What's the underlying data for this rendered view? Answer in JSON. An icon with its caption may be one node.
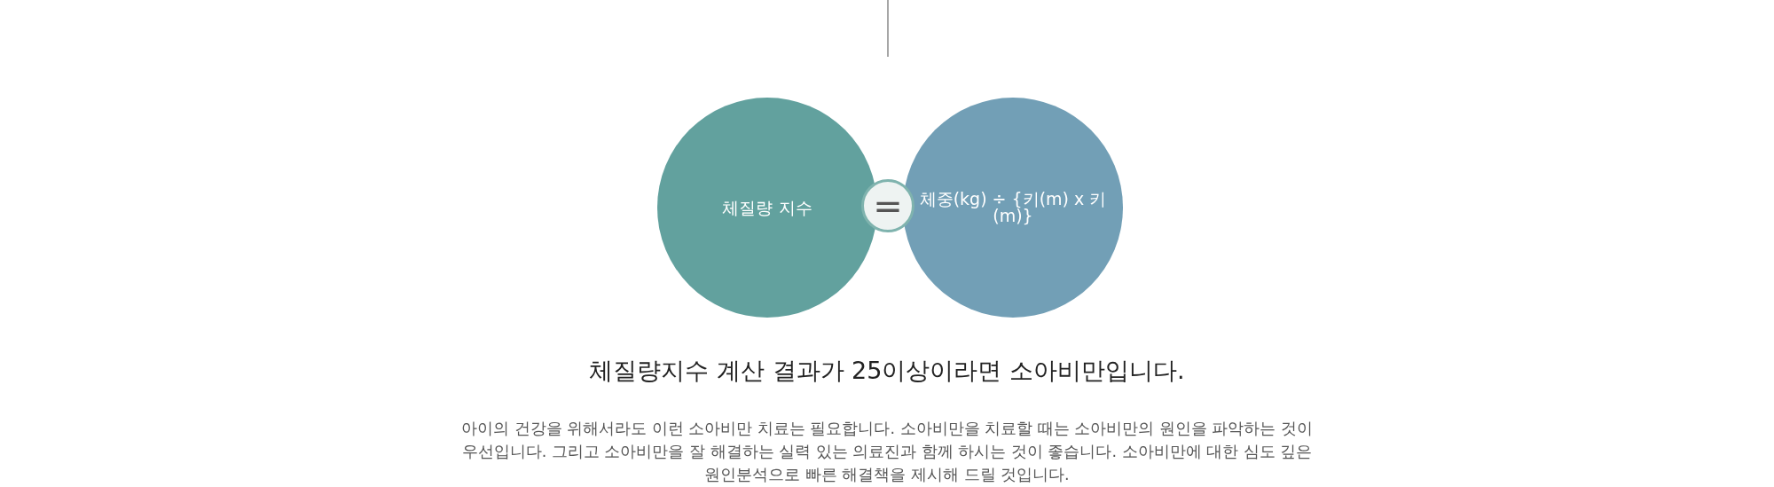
{
  "diagram": {
    "nodes": [
      {
        "text": [
          "체질량 지수"
        ]
      },
      {
        "text": [
          "="
        ]
      },
      {
        "text": [
          "체중(kg) ÷ {키(m) x 키(m)}"
        ]
      }
    ],
    "labels": [
      "체질량지수 계산 결과가 25이상이라면 소아비만입니다.",
      "아이의 건강을 위해서라도 이런 소아비만 치료는 필요합니다. 소아비만을 치료할 때는 소아비만의 원인을 파악하는 것이 우선입니다. 그리고 소아비만을 잘 해결하는 실력 있는 의료진과 함께 하시는 것이 좋습니다. 소아비만에 대한 심도 깊은 원인분석으로 빠른 해결책을 제시해 드릴 것입니다."
    ]
  }
}
